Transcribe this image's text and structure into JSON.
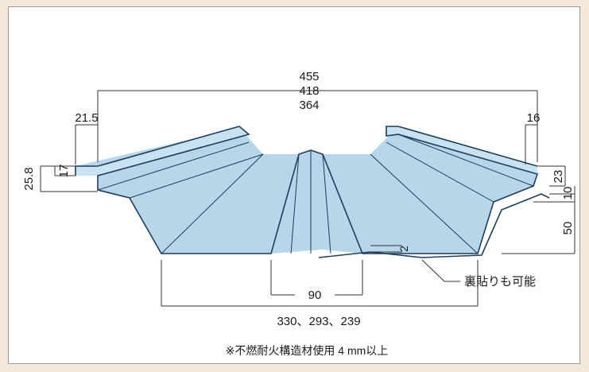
{
  "dimensions": {
    "overall_top": [
      "455",
      "418",
      "364"
    ],
    "left_top": "21.5",
    "left_outer": "25.8",
    "left_inner": "17",
    "right_top": "16",
    "right_upper": "23",
    "right_gap": "10",
    "right_height": "50",
    "rib_gap": "2",
    "center_width": "90",
    "bottom_widths": "330、293、239"
  },
  "callout": "裏貼りも可能",
  "note": "※不燃耐火構造材使用 4 mm以上",
  "colors": {
    "panel": "#b7d6ea",
    "outline": "#1f3d5c",
    "background": "#f1e8d9"
  }
}
